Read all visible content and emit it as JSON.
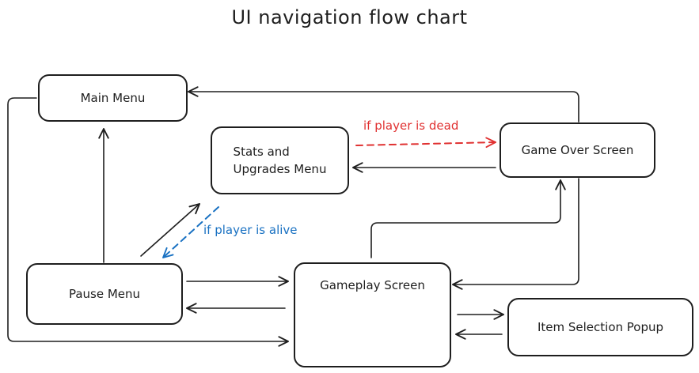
{
  "title": "UI navigation flow chart",
  "colors": {
    "stroke": "#1e1e1e",
    "dead_edge": "#e03131",
    "alive_edge": "#1971c2"
  },
  "nodes": {
    "main_menu": "Main Menu",
    "stats_upgrades": "Stats and\nUpgrades Menu",
    "game_over": "Game Over Screen",
    "pause_menu": "Pause Menu",
    "gameplay": "Gameplay Screen",
    "item_selection": "Item Selection Popup"
  },
  "edge_labels": {
    "if_dead": "if player is dead",
    "if_alive": "if player is alive"
  }
}
